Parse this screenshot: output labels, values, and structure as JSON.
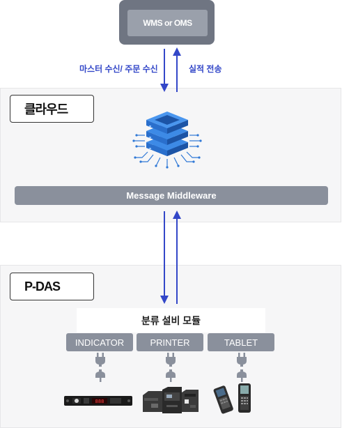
{
  "top_system": {
    "label": "WMS or OMS"
  },
  "flows": {
    "down_label": "마스터 수신/ 주문 수신",
    "up_label": "실적 전송"
  },
  "cloud": {
    "tag": "클라우드",
    "server_icon": "server-stack-icon",
    "middleware": "Message Middleware"
  },
  "pdas": {
    "tag": "P-DAS",
    "module_title": "분류 설비 모듈",
    "devices": [
      {
        "label": "INDICATOR",
        "icon": "indicator-device-icon"
      },
      {
        "label": "PRINTER",
        "icon": "label-printer-icon"
      },
      {
        "label": "TABLET",
        "icon": "handheld-terminal-icon"
      }
    ]
  },
  "colors": {
    "arrow": "#3347c8",
    "box_dark": "#6f7582",
    "box_light": "#9aa0ab",
    "pill": "#8a909c",
    "server_blue": "#2f78d6"
  }
}
